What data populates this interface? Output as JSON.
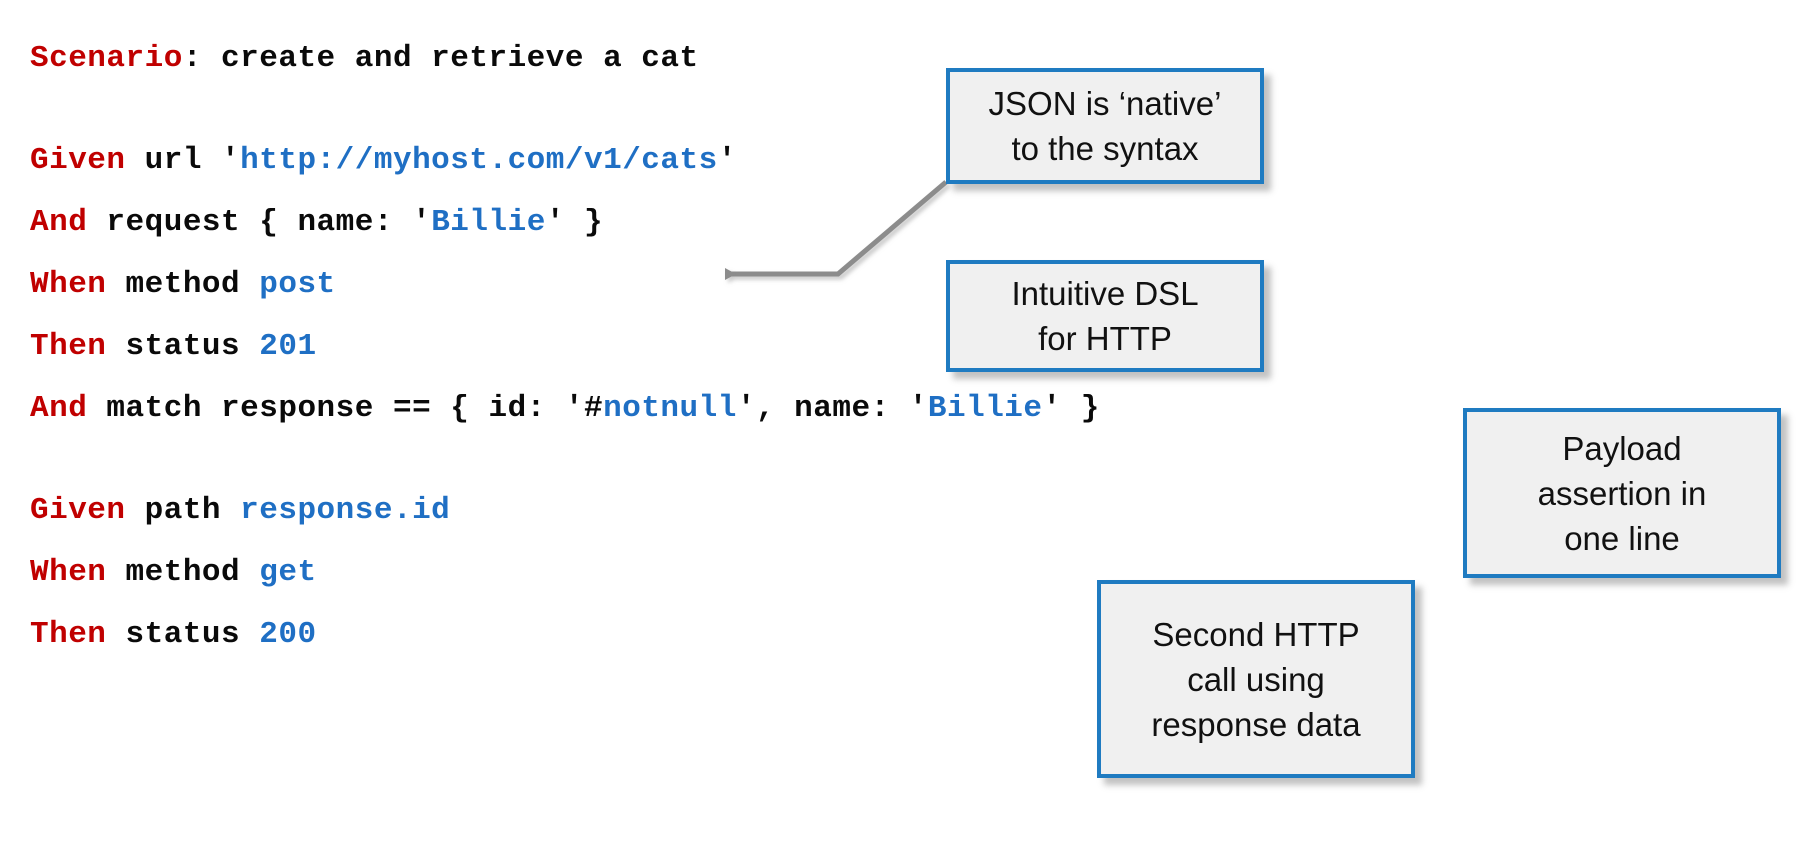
{
  "slide": {
    "background_color": "#ffffff",
    "accent_blue": "#1F7BC1",
    "keyword_red": "#C00000",
    "value_blue": "#1F6FC4",
    "arrow_gray": "#8C8C8C",
    "callout_fill": "#F0F0F0"
  },
  "code": {
    "lines": [
      {
        "id": "line-scenario",
        "tokens": [
          {
            "text": "Scenario",
            "style": "kw"
          },
          {
            "text": ": create and retrieve a cat",
            "style": "plain"
          }
        ]
      },
      {
        "id": "line-blank-1",
        "tokens": []
      },
      {
        "id": "line-given-url",
        "tokens": [
          {
            "text": "Given",
            "style": "kw"
          },
          {
            "text": " url ",
            "style": "plain"
          },
          {
            "text": "'",
            "style": "plain"
          },
          {
            "text": "http://myhost.com/v1/cats",
            "style": "val"
          },
          {
            "text": "'",
            "style": "plain"
          }
        ]
      },
      {
        "id": "line-and-request",
        "tokens": [
          {
            "text": "And",
            "style": "kw"
          },
          {
            "text": " request { name: ",
            "style": "plain"
          },
          {
            "text": "'",
            "style": "plain"
          },
          {
            "text": "Billie",
            "style": "val"
          },
          {
            "text": "'",
            "style": "plain"
          },
          {
            "text": " }",
            "style": "plain"
          }
        ]
      },
      {
        "id": "line-when-post",
        "tokens": [
          {
            "text": "When",
            "style": "kw"
          },
          {
            "text": " method ",
            "style": "plain"
          },
          {
            "text": "post",
            "style": "val"
          }
        ]
      },
      {
        "id": "line-then-201",
        "tokens": [
          {
            "text": "Then",
            "style": "kw"
          },
          {
            "text": " status ",
            "style": "plain"
          },
          {
            "text": "201",
            "style": "val"
          }
        ]
      },
      {
        "id": "line-and-match",
        "tokens": [
          {
            "text": "And",
            "style": "kw"
          },
          {
            "text": " match response == { id: ",
            "style": "plain"
          },
          {
            "text": "'#",
            "style": "plain"
          },
          {
            "text": "notnull",
            "style": "val"
          },
          {
            "text": "'",
            "style": "plain"
          },
          {
            "text": ", name: ",
            "style": "plain"
          },
          {
            "text": "'",
            "style": "plain"
          },
          {
            "text": "Billie",
            "style": "val"
          },
          {
            "text": "'",
            "style": "plain"
          },
          {
            "text": " }",
            "style": "plain"
          }
        ]
      },
      {
        "id": "line-blank-2",
        "tokens": []
      },
      {
        "id": "line-given-path",
        "tokens": [
          {
            "text": "Given",
            "style": "kw"
          },
          {
            "text": " path ",
            "style": "plain"
          },
          {
            "text": "response.id",
            "style": "val"
          }
        ]
      },
      {
        "id": "line-when-get",
        "tokens": [
          {
            "text": "When",
            "style": "kw"
          },
          {
            "text": " method ",
            "style": "plain"
          },
          {
            "text": "get",
            "style": "val"
          }
        ]
      },
      {
        "id": "line-then-200",
        "tokens": [
          {
            "text": "Then",
            "style": "kw"
          },
          {
            "text": " status ",
            "style": "plain"
          },
          {
            "text": "200",
            "style": "val"
          }
        ]
      }
    ]
  },
  "callouts": {
    "json_native": "JSON is ‘native’\nto the syntax",
    "intuitive_dsl": "Intuitive DSL\nfor HTTP",
    "payload_assertion": "Payload\nassertion in\none line",
    "second_http": "Second HTTP\ncall using\nresponse data"
  }
}
